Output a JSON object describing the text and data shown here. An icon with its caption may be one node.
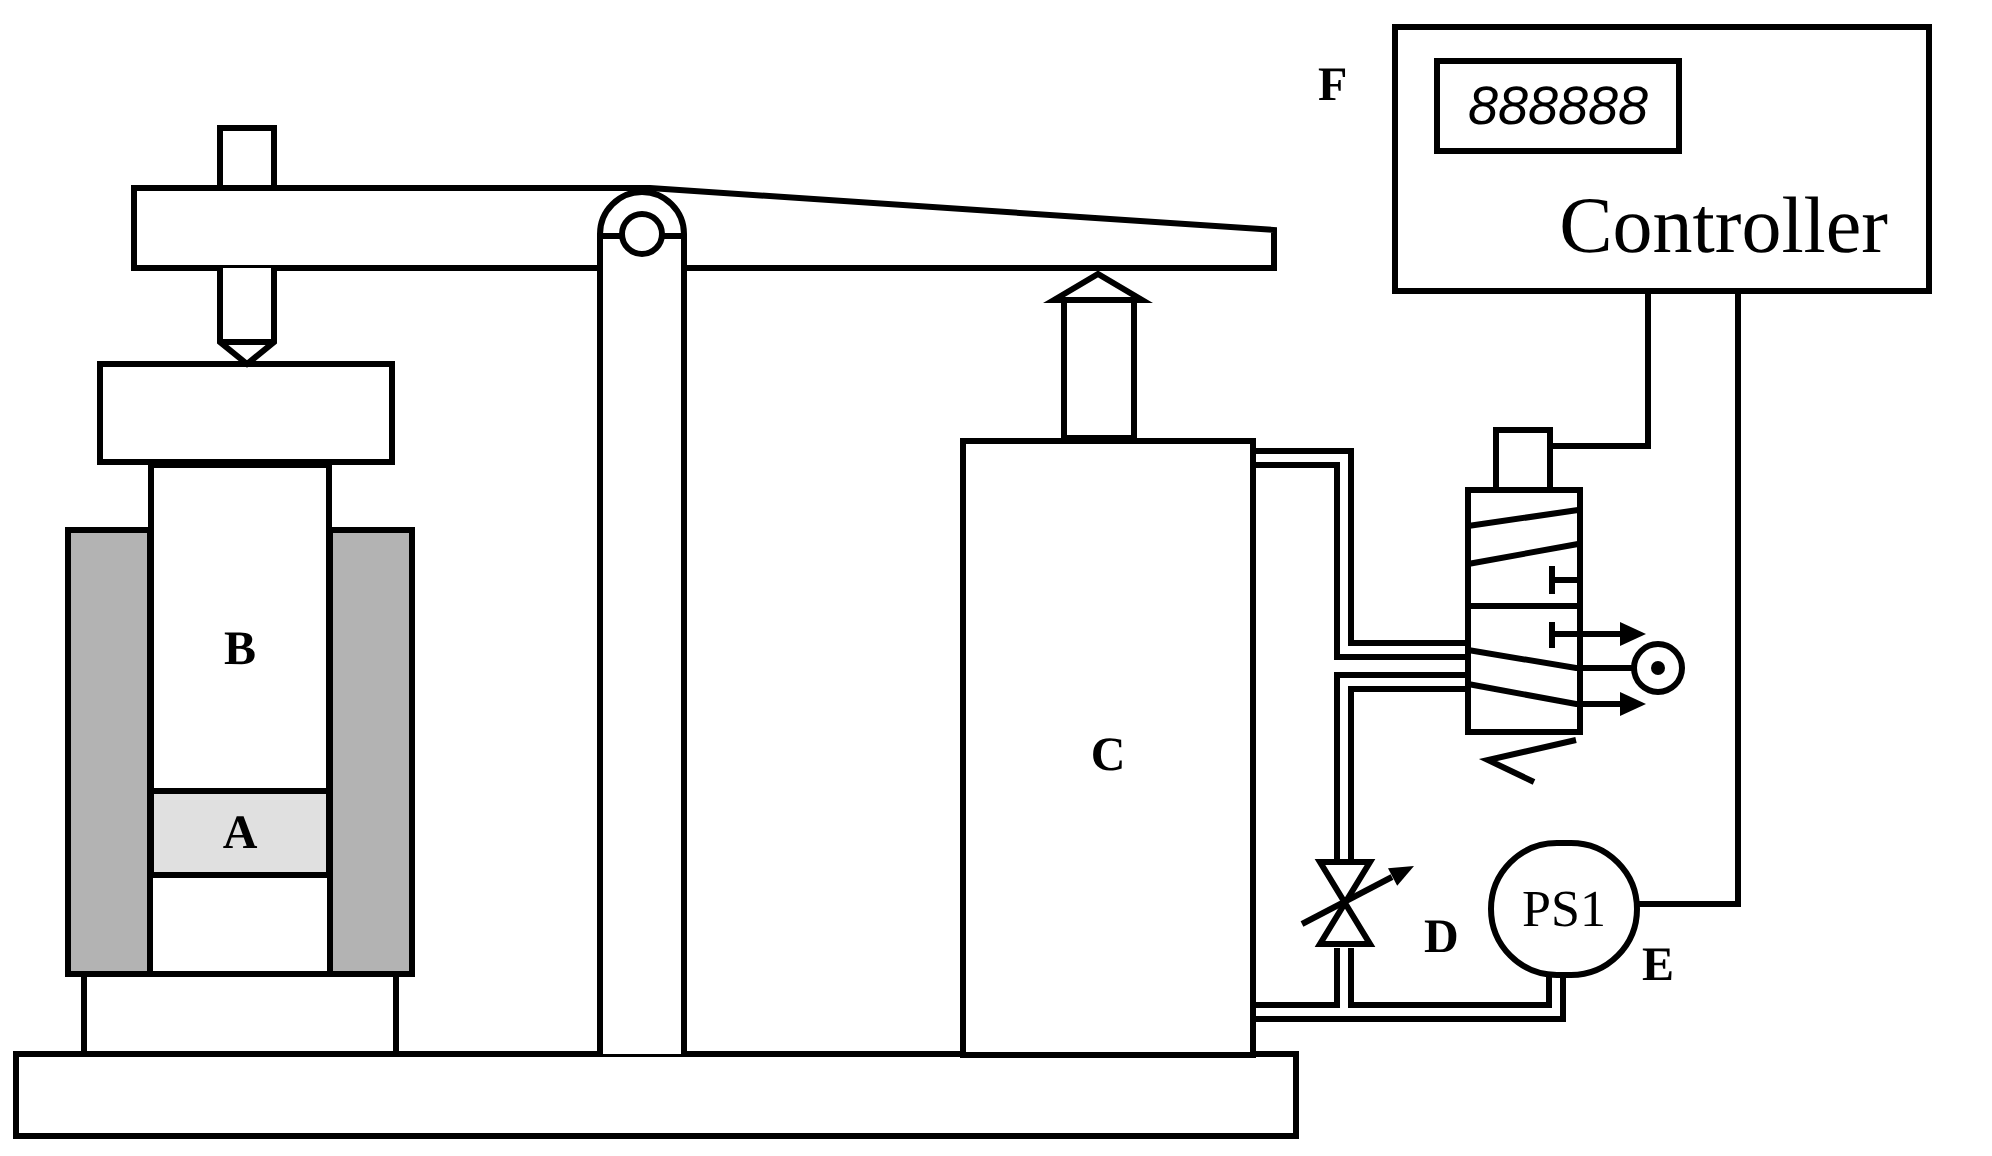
{
  "diagram": {
    "nodes": [
      {
        "text": [
          "Controller"
        ],
        "beside": [
          "F"
        ]
      },
      {
        "text": [
          "888888"
        ],
        "in": 0
      },
      {
        "text": [
          "B"
        ]
      },
      {
        "text": [
          "A"
        ]
      },
      {
        "text": [
          "C"
        ]
      },
      {
        "text": [],
        "shape": "picture"
      },
      {
        "text": [],
        "shape": "picture",
        "beside": [
          "D"
        ]
      },
      {
        "text": [
          "PS1"
        ],
        "beside": [
          "E"
        ]
      }
    ],
    "edges": [
      {
        "from": 0,
        "to": 5,
        "arrow": "none"
      },
      {
        "from": 0,
        "to": 7,
        "arrow": "none"
      },
      {
        "from": 4,
        "to": 5,
        "arrow": "none"
      },
      {
        "from": 5,
        "to": 6,
        "arrow": "none"
      },
      {
        "from": 6,
        "to": 4,
        "arrow": "none"
      },
      {
        "from": 6,
        "to": 7,
        "arrow": "none"
      },
      {
        "from": 4,
        "to": 7,
        "arrow": "none"
      }
    ]
  }
}
